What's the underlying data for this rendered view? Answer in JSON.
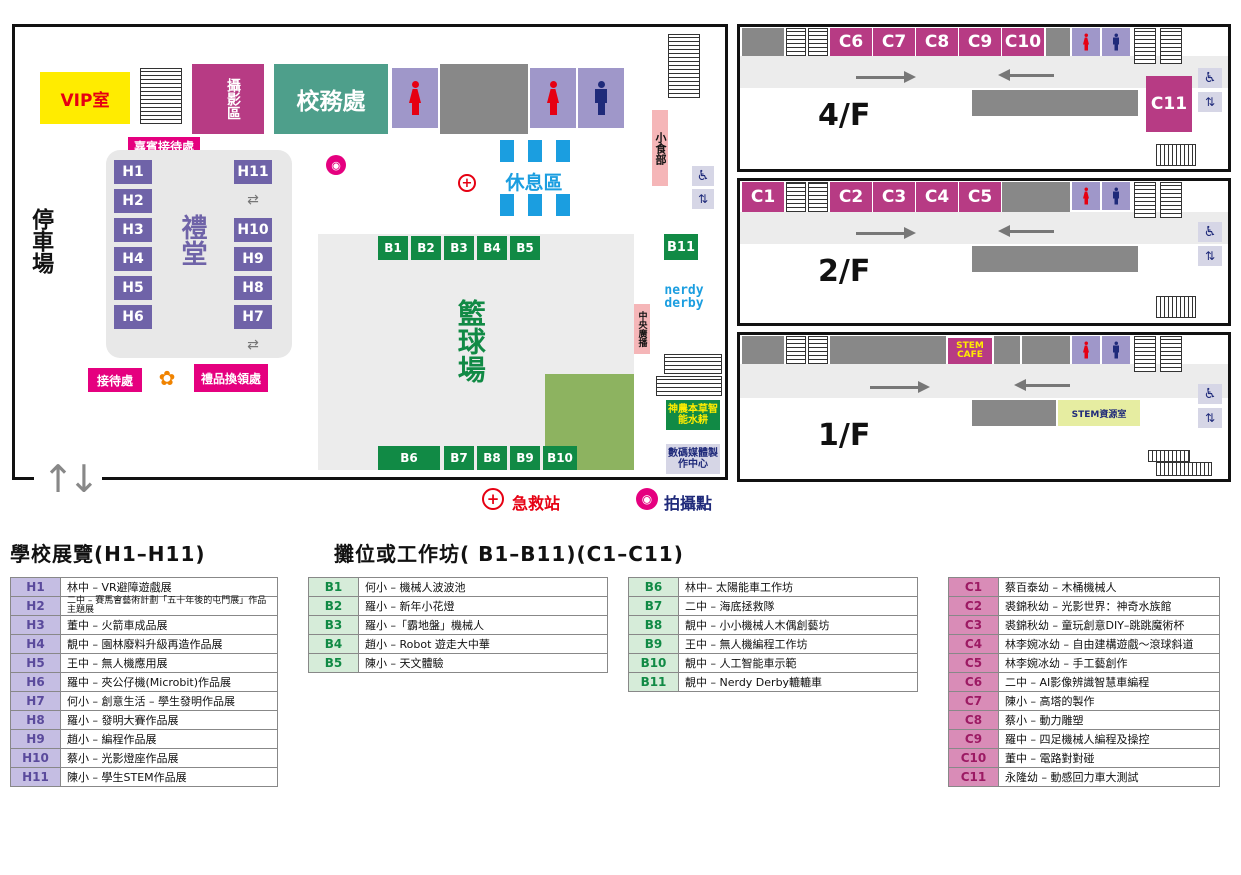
{
  "ground": {
    "vip": "VIP室",
    "photo_area": "攝影區",
    "office": "校務處",
    "snack": "小食部",
    "reception_vip": "嘉賓接待處",
    "hall": "禮堂",
    "reception": "接待處",
    "gift": "禮品換領處",
    "rest": "休息區",
    "court": "籃球場",
    "broadcast": "中央廣播",
    "parking": "停車場",
    "nerdy": "nerdy derby",
    "agri": "神農本草智能水耕",
    "digital": "數碼媒體製作中心",
    "h_left": [
      "H1",
      "H2",
      "H3",
      "H4",
      "H5",
      "H6"
    ],
    "h_right": [
      "H11",
      "H10",
      "H9",
      "H8",
      "H7"
    ],
    "b_top": [
      "B1",
      "B2",
      "B3",
      "B4",
      "B5"
    ],
    "b_bottom": [
      "B6",
      "B7",
      "B8",
      "B9",
      "B10"
    ],
    "b11": "B11"
  },
  "floors": {
    "f4": {
      "label": "4/F",
      "booths": [
        "C6",
        "C7",
        "C8",
        "C9",
        "C10"
      ],
      "c11": "C11"
    },
    "f2": {
      "label": "2/F",
      "c1": "C1",
      "booths": [
        "C2",
        "C3",
        "C4",
        "C5"
      ]
    },
    "f1": {
      "label": "1/F",
      "cafe": "STEM CAFE",
      "stem_room": "STEM資源室"
    }
  },
  "map_legend": {
    "first_aid": "急救站",
    "photo_spot": "拍攝點"
  },
  "sections": {
    "h_title": "學校展覽(H1–H11)",
    "bc_title": "攤位或工作坊( B1–B11)(C1–C11)"
  },
  "h_list": [
    {
      "code": "H1",
      "text": "林中 – VR避障遊戲展"
    },
    {
      "code": "H2",
      "text": "二中 – 賽馬會藝術計劃「五十年後的屯門展」作品主題展"
    },
    {
      "code": "H3",
      "text": "董中 – 火箭車成品展"
    },
    {
      "code": "H4",
      "text": "靚中 – 園林廢料升級再造作品展"
    },
    {
      "code": "H5",
      "text": "王中 – 無人機應用展"
    },
    {
      "code": "H6",
      "text": "羅中 – 夾公仔機(Microbit)作品展"
    },
    {
      "code": "H7",
      "text": "何小 – 創意生活 – 學生發明作品展"
    },
    {
      "code": "H8",
      "text": "羅小 – 發明大賽作品展"
    },
    {
      "code": "H9",
      "text": "趙小 – 編程作品展"
    },
    {
      "code": "H10",
      "text": "蔡小 – 光影燈座作品展"
    },
    {
      "code": "H11",
      "text": "陳小 – 學生STEM作品展"
    }
  ],
  "b_list1": [
    {
      "code": "B1",
      "text": "何小 – 機械人波波池"
    },
    {
      "code": "B2",
      "text": "羅小 – 新年小花燈"
    },
    {
      "code": "B3",
      "text": "羅小 –「霸地盤」機械人"
    },
    {
      "code": "B4",
      "text": "趙小 – Robot 遊走大中華"
    },
    {
      "code": "B5",
      "text": "陳小 – 天文體驗"
    }
  ],
  "b_list2": [
    {
      "code": "B6",
      "text": "林中– 太陽能車工作坊"
    },
    {
      "code": "B7",
      "text": "二中 – 海底拯救隊"
    },
    {
      "code": "B8",
      "text": "靚中 – 小小機械人木偶創藝坊"
    },
    {
      "code": "B9",
      "text": "王中 – 無人機編程工作坊"
    },
    {
      "code": "B10",
      "text": "靚中 – 人工智能車示範"
    },
    {
      "code": "B11",
      "text": "靚中 – Nerdy Derby轆轆車"
    }
  ],
  "c_list": [
    {
      "code": "C1",
      "text": "蔡百泰幼 – 木桶機械人"
    },
    {
      "code": "C2",
      "text": "裘錦秋幼 – 光影世界：神奇水族館"
    },
    {
      "code": "C3",
      "text": "裘錦秋幼 – 童玩創意DIY–跳跳魔術杯"
    },
    {
      "code": "C4",
      "text": "林李婉冰幼 – 自由建構遊戲～滾球斜道"
    },
    {
      "code": "C5",
      "text": "林李婉冰幼 – 手工藝創作"
    },
    {
      "code": "C6",
      "text": "二中 – AI影像辨識智慧車編程"
    },
    {
      "code": "C7",
      "text": "陳小 – 高塔的製作"
    },
    {
      "code": "C8",
      "text": "蔡小 – 動力雕塑"
    },
    {
      "code": "C9",
      "text": "羅中 – 四足機械人編程及操控"
    },
    {
      "code": "C10",
      "text": "董中 – 電路對對碰"
    },
    {
      "code": "C11",
      "text": "永隆幼 – 動感回力車大測試"
    }
  ],
  "colors": {
    "h": "#6f63a8",
    "b": "#118a45",
    "c": "#b73b84",
    "pink": "#e5007f",
    "vip": "#ffec00",
    "office": "#4e9f8b"
  }
}
